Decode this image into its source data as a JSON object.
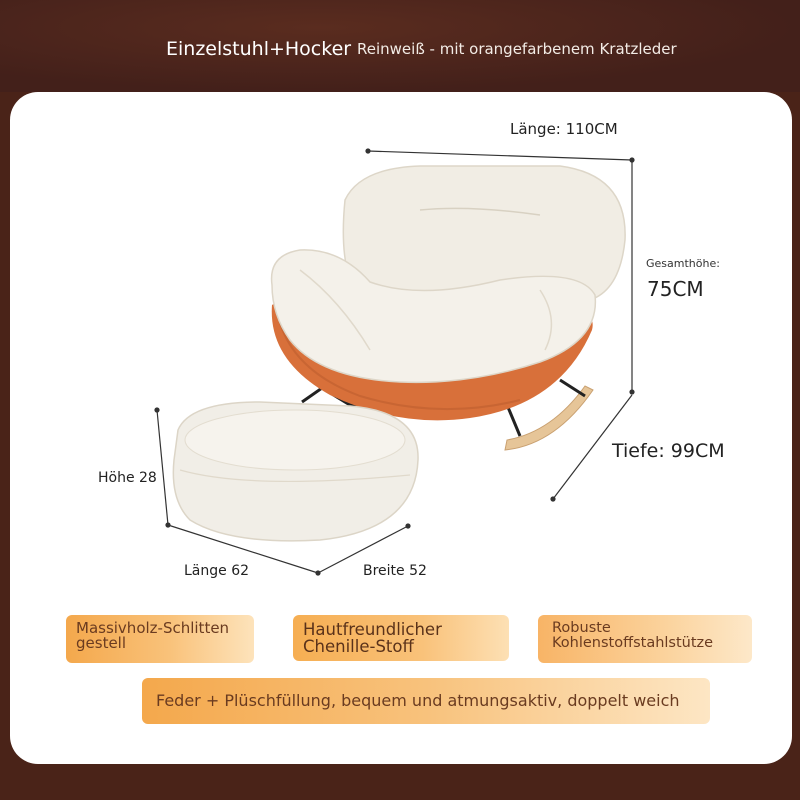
{
  "header": {
    "title": "Einzelstuhl+Hocker",
    "subtitle": "Reinweiß - mit orangefarbenem Kratzleder"
  },
  "dimensions": {
    "chair_length": "Länge: 110CM",
    "total_height_label": "Gesamthöhe:",
    "total_height_value": "75CM",
    "depth": "Tiefe: 99CM",
    "ottoman_height": "Höhe 28",
    "ottoman_length": "Länge 62",
    "ottoman_width": "Breite 52"
  },
  "features": [
    "Massivholz-Schlitten gestell",
    "Hautfreundlicher Chenille-Stoff",
    "Robuste Kohlenstoffstahlstütze",
    "Feder + Plüschfüllung, bequem und atmungsaktiv, doppelt weich"
  ],
  "colors": {
    "background": "#4a2318",
    "card": "#ffffff",
    "leather_orange": "#d8703a",
    "fabric_cream": "#f1ede4",
    "wood": "#e6c598",
    "feature_gradient_start": "#f4a84c"
  }
}
